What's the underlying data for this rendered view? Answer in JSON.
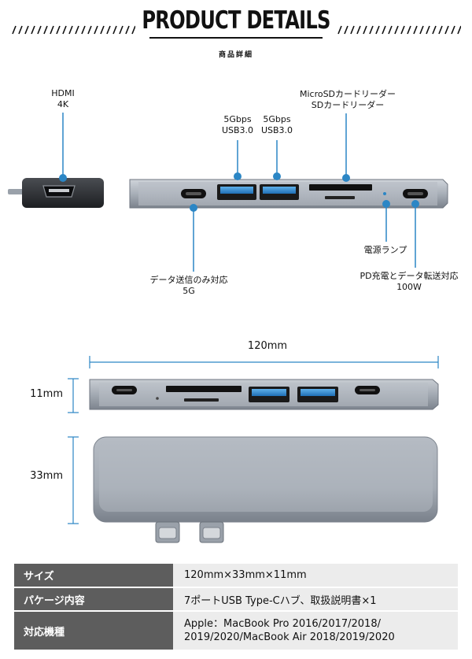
{
  "header": {
    "title": "PRODUCT DETAILS",
    "subtitle": "商品詳細"
  },
  "callouts": {
    "hdmi": [
      "HDMI",
      "4K"
    ],
    "usb1": [
      "5Gbps",
      "USB3.0"
    ],
    "usb2": [
      "5Gbps",
      "USB3.0"
    ],
    "card": [
      "MicroSDカードリーダー",
      "SDカードリーダー"
    ],
    "data_port": [
      "データ送信のみ対応",
      "5G"
    ],
    "power_lamp": "電源ランプ",
    "pd_port": [
      "PD充電とデータ転送対応",
      "100W"
    ]
  },
  "dimensions": {
    "width": "120mm",
    "height": "11mm",
    "depth": "33mm"
  },
  "specs": [
    {
      "label": "サイズ",
      "value": "120mm×33mm×11mm"
    },
    {
      "label": "パケージ内容",
      "value": "7ポートUSB Type-Cハブ、取扱説明書×1"
    },
    {
      "label": "対応機種",
      "value_lines": [
        "Apple：MacBook Pro 2016/2017/2018/",
        "2019/2020/MacBook Air 2018/2019/2020"
      ]
    }
  ],
  "colors": {
    "accent": "#2b86c5",
    "body_silver": "#a9b0ba",
    "table_key": "#5d5d5d",
    "table_value": "#ececec"
  }
}
